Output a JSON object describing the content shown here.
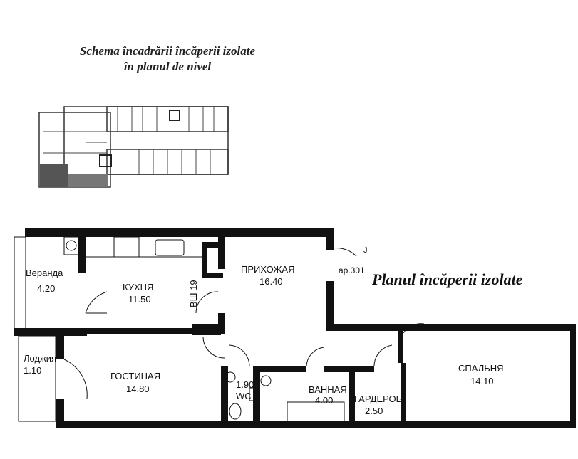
{
  "header": {
    "title_line1": "Schema încadrării încăperii izolate",
    "title_line2": "în planul de nivel"
  },
  "plan_title": "Planul încăperii izolate",
  "apartment_label": "ap.301",
  "entry_mark": "J",
  "shaft_label": "ВШ 19",
  "rooms": [
    {
      "name": "Веранда",
      "area": "4.20"
    },
    {
      "name": "КУХНЯ",
      "area": "11.50"
    },
    {
      "name": "ПРИХОЖАЯ",
      "area": "16.40"
    },
    {
      "name": "Лоджия",
      "area": "1.10"
    },
    {
      "name": "ГОСТИНАЯ",
      "area": "14.80"
    },
    {
      "name": "WC",
      "area": "1.90"
    },
    {
      "name": "ВАННАЯ",
      "area": "4.00"
    },
    {
      "name": "ГАРДЕРОБ",
      "area": "2.50"
    },
    {
      "name": "СПАЛЬНЯ",
      "area": "14.10"
    }
  ],
  "colors": {
    "wall": "#111111",
    "highlight": "#555555"
  }
}
